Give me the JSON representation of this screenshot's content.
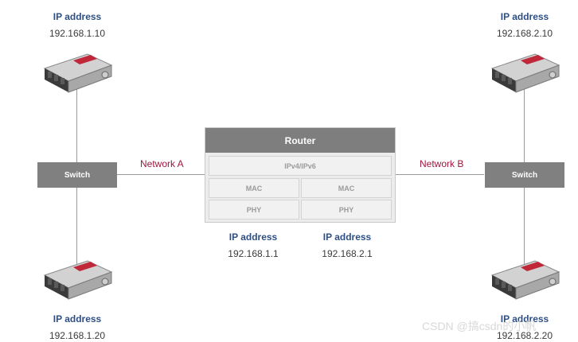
{
  "hosts": [
    {
      "id": "a1",
      "ip_label": "IP address",
      "ip": "192.168.1.10"
    },
    {
      "id": "a2",
      "ip_label": "IP address",
      "ip": "192.168.1.20"
    },
    {
      "id": "b1",
      "ip_label": "IP address",
      "ip": "192.168.2.10"
    },
    {
      "id": "b2",
      "ip_label": "IP address",
      "ip": "192.168.2.20"
    }
  ],
  "switches": {
    "left": "Switch",
    "right": "Switch"
  },
  "networks": {
    "a": "Network A",
    "b": "Network B"
  },
  "router": {
    "title": "Router",
    "layers": {
      "ip": "IPv4/IPv6",
      "mac_a": "MAC",
      "mac_b": "MAC",
      "phy_a": "PHY",
      "phy_b": "PHY"
    },
    "interfaces": [
      {
        "ip_label": "IP address",
        "ip": "192.168.1.1"
      },
      {
        "ip_label": "IP address",
        "ip": "192.168.2.1"
      }
    ]
  },
  "watermark": "CSDN @搞csdn的小帆",
  "colors": {
    "ip_label": "#2e4f86",
    "network_label": "#a0153e",
    "switch": "#808080",
    "router_head": "#7e7e7e"
  },
  "icons": {
    "device": "ecu-device-icon"
  }
}
